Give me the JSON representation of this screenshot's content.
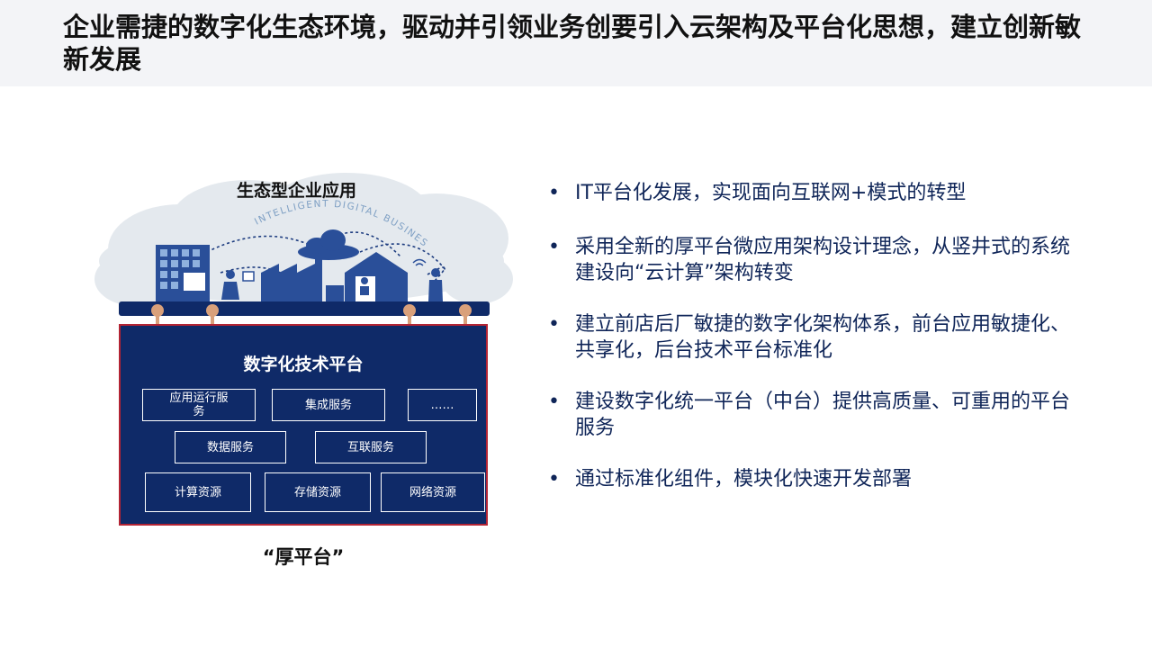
{
  "header": {
    "title": "企业需捷的数字化生态环境，驱动并引领业务创要引入云架构及平台化思想，建立创新敏新发展"
  },
  "diagram": {
    "ecosystem_title": "生态型企业应用",
    "arc_text": "INTELLIGENT DIGITAL BUSINESS",
    "platform_title": "数字化技术平台",
    "services": [
      "应用运行服务",
      "集成服务",
      "……",
      "数据服务",
      "互联服务",
      "计算资源",
      "存储资源",
      "网络资源"
    ],
    "caption": "“厚平台”"
  },
  "bullets": [
    "IT平台化发展，实现面向互联网+模式的转型",
    "采用全新的厚平台微应用架构设计理念，从竖井式的系统建设向“云计算”架构转变",
    "建立前店后厂敏捷的数字化架构体系，前台应用敏捷化、共享化，后台技术平台标准化",
    "建设数字化统一平台（中台）提供高质量、可重用的平台服务",
    "通过标准化组件，模块化快速开发部署"
  ],
  "colors": {
    "navy": "#0f2a68",
    "border_red": "#b32434",
    "bullet_text": "#0f2558",
    "cloud": "#e4e9ee",
    "connector": "#d9a07a"
  }
}
